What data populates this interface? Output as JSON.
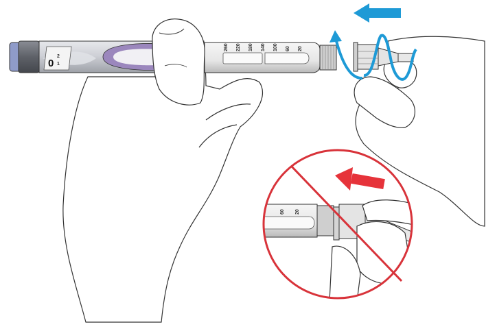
{
  "illustration": {
    "subject": "Insulin pen: removing outer needle cap",
    "pen": {
      "dose_window_value": "0",
      "dose_window_marks": [
        "2",
        "1"
      ],
      "scale_labels": [
        "260",
        "220",
        "180",
        "140",
        "100",
        "60",
        "20"
      ],
      "accent_color": "#9b87bd"
    },
    "main_step": {
      "arrow_direction": "left",
      "arrow_color": "#1e9ad6",
      "twist_indicator": "twist",
      "action": "pull-cap-straight-off"
    },
    "prohibited_step": {
      "symbol": "no-sign",
      "symbol_color": "#d8333a",
      "arrow_direction": "left",
      "arrow_color": "#e6333a",
      "scale_labels": [
        "60",
        "20"
      ]
    }
  }
}
